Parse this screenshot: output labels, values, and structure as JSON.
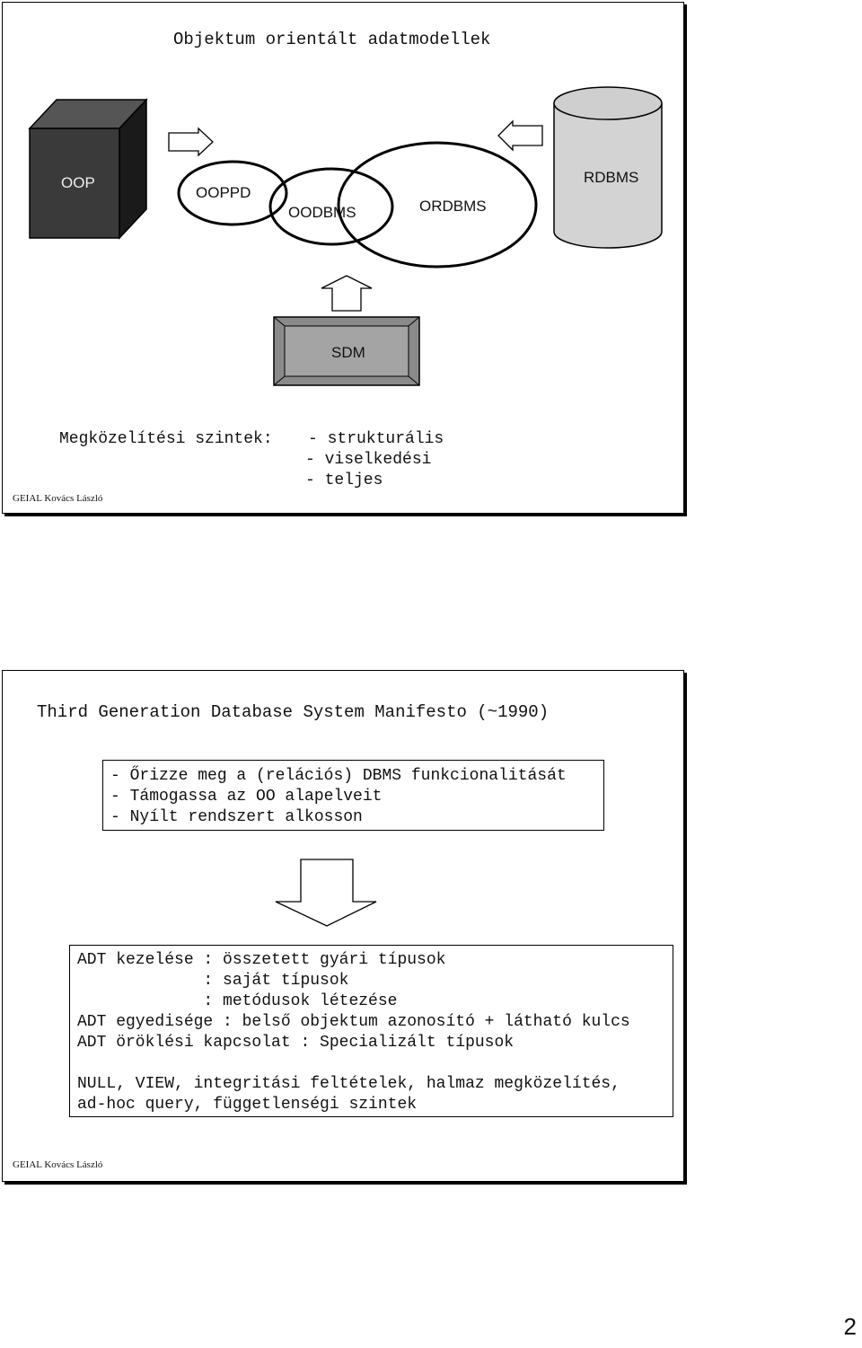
{
  "slide1": {
    "title": "Objektum orientált adatmodellek",
    "diagram": {
      "oop": "OOP",
      "ooppd": "OOPPD",
      "oodbms": "OODBMS",
      "ordbms": "ORDBMS",
      "rdbms": "RDBMS",
      "sdm": "SDM"
    },
    "approach_label": "Megközelítési szintek:",
    "approach_levels": [
      "- strukturális",
      "- viselkedési",
      "- teljes"
    ],
    "footer": "GEIAL Kovács László"
  },
  "slide2": {
    "title": "Third Generation Database System Manifesto (~1990)",
    "principles": [
      "- Őrizze meg a (relációs) DBMS funkcionalitását",
      "- Támogassa az OO alapelveit",
      "- Nyílt rendszert alkosson"
    ],
    "details": [
      "ADT kezelése : összetett gyári típusok",
      "             : saját típusok",
      "             : metódusok létezése",
      "ADT egyedisége : belső objektum azonosító + látható kulcs",
      "ADT öröklési kapcsolat : Specializált típusok",
      "",
      "NULL, VIEW, integritási feltételek, halmaz megközelítés,",
      "ad-hoc query, függetlenségi szintek"
    ],
    "footer": "GEIAL Kovács László"
  },
  "page_number": "2"
}
